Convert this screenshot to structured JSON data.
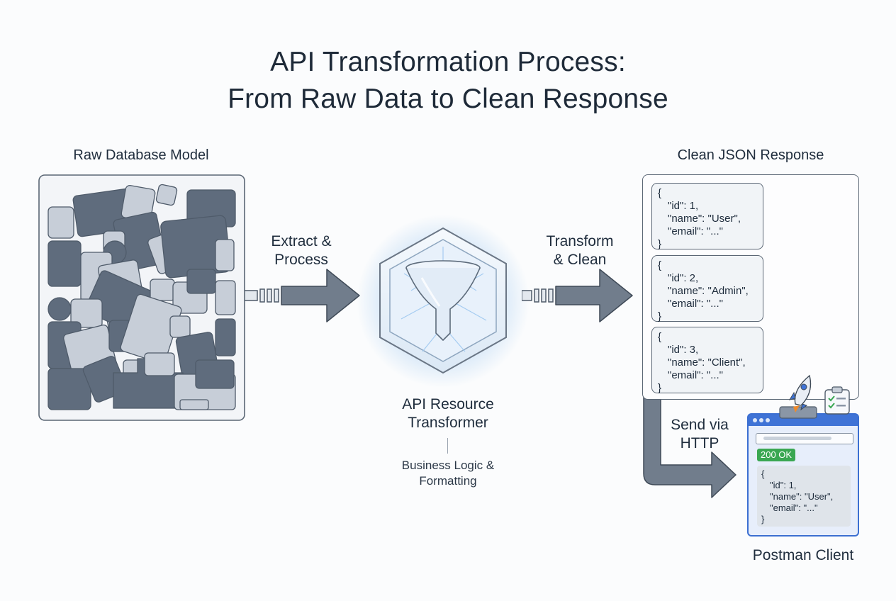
{
  "title": {
    "line1": "API Transformation Process:",
    "line2": "From Raw Data to Clean Response"
  },
  "left": {
    "label": "Raw Database Model"
  },
  "arrow1": {
    "line1": "Extract &",
    "line2": "Process"
  },
  "center": {
    "name_line1": "API Resource",
    "name_line2": "Transformer",
    "sub_line1": "Business Logic &",
    "sub_line2": "Formatting",
    "icon": "funnel-icon"
  },
  "arrow2": {
    "line1": "Transform",
    "line2": "& Clean"
  },
  "right": {
    "label": "Clean JSON Response",
    "cards": [
      {
        "open": "{",
        "id": "\"id\": 1,",
        "name": "\"name\": \"User\",",
        "email": "\"email\": \"...\"",
        "close": "}"
      },
      {
        "open": "{",
        "id": "\"id\": 2,",
        "name": "\"name\": \"Admin\",",
        "email": "\"email\": \"...\"",
        "close": "}"
      },
      {
        "open": "{",
        "id": "\"id\": 3,",
        "name": "\"name\": \"Client\",",
        "email": "\"email\": \"...\"",
        "close": "}"
      }
    ]
  },
  "send": {
    "line1": "Send via",
    "line2": "HTTP"
  },
  "postman": {
    "status": "200 OK",
    "json": {
      "open": "{",
      "id": "\"id\": 1,",
      "name": "\"name\": \"User\",",
      "email": "\"email\": \"...\"",
      "close": "}"
    },
    "label": "Postman Client",
    "icons": [
      "rocket-icon",
      "clipboard-check-icon"
    ]
  },
  "colors": {
    "shape_dark": "#5f6c7d",
    "shape_light": "#c7ced8",
    "outline": "#4f5b6a",
    "glow": "#9ec8f0",
    "postman_blue": "#3f73d6",
    "ok_green": "#3aa752"
  }
}
